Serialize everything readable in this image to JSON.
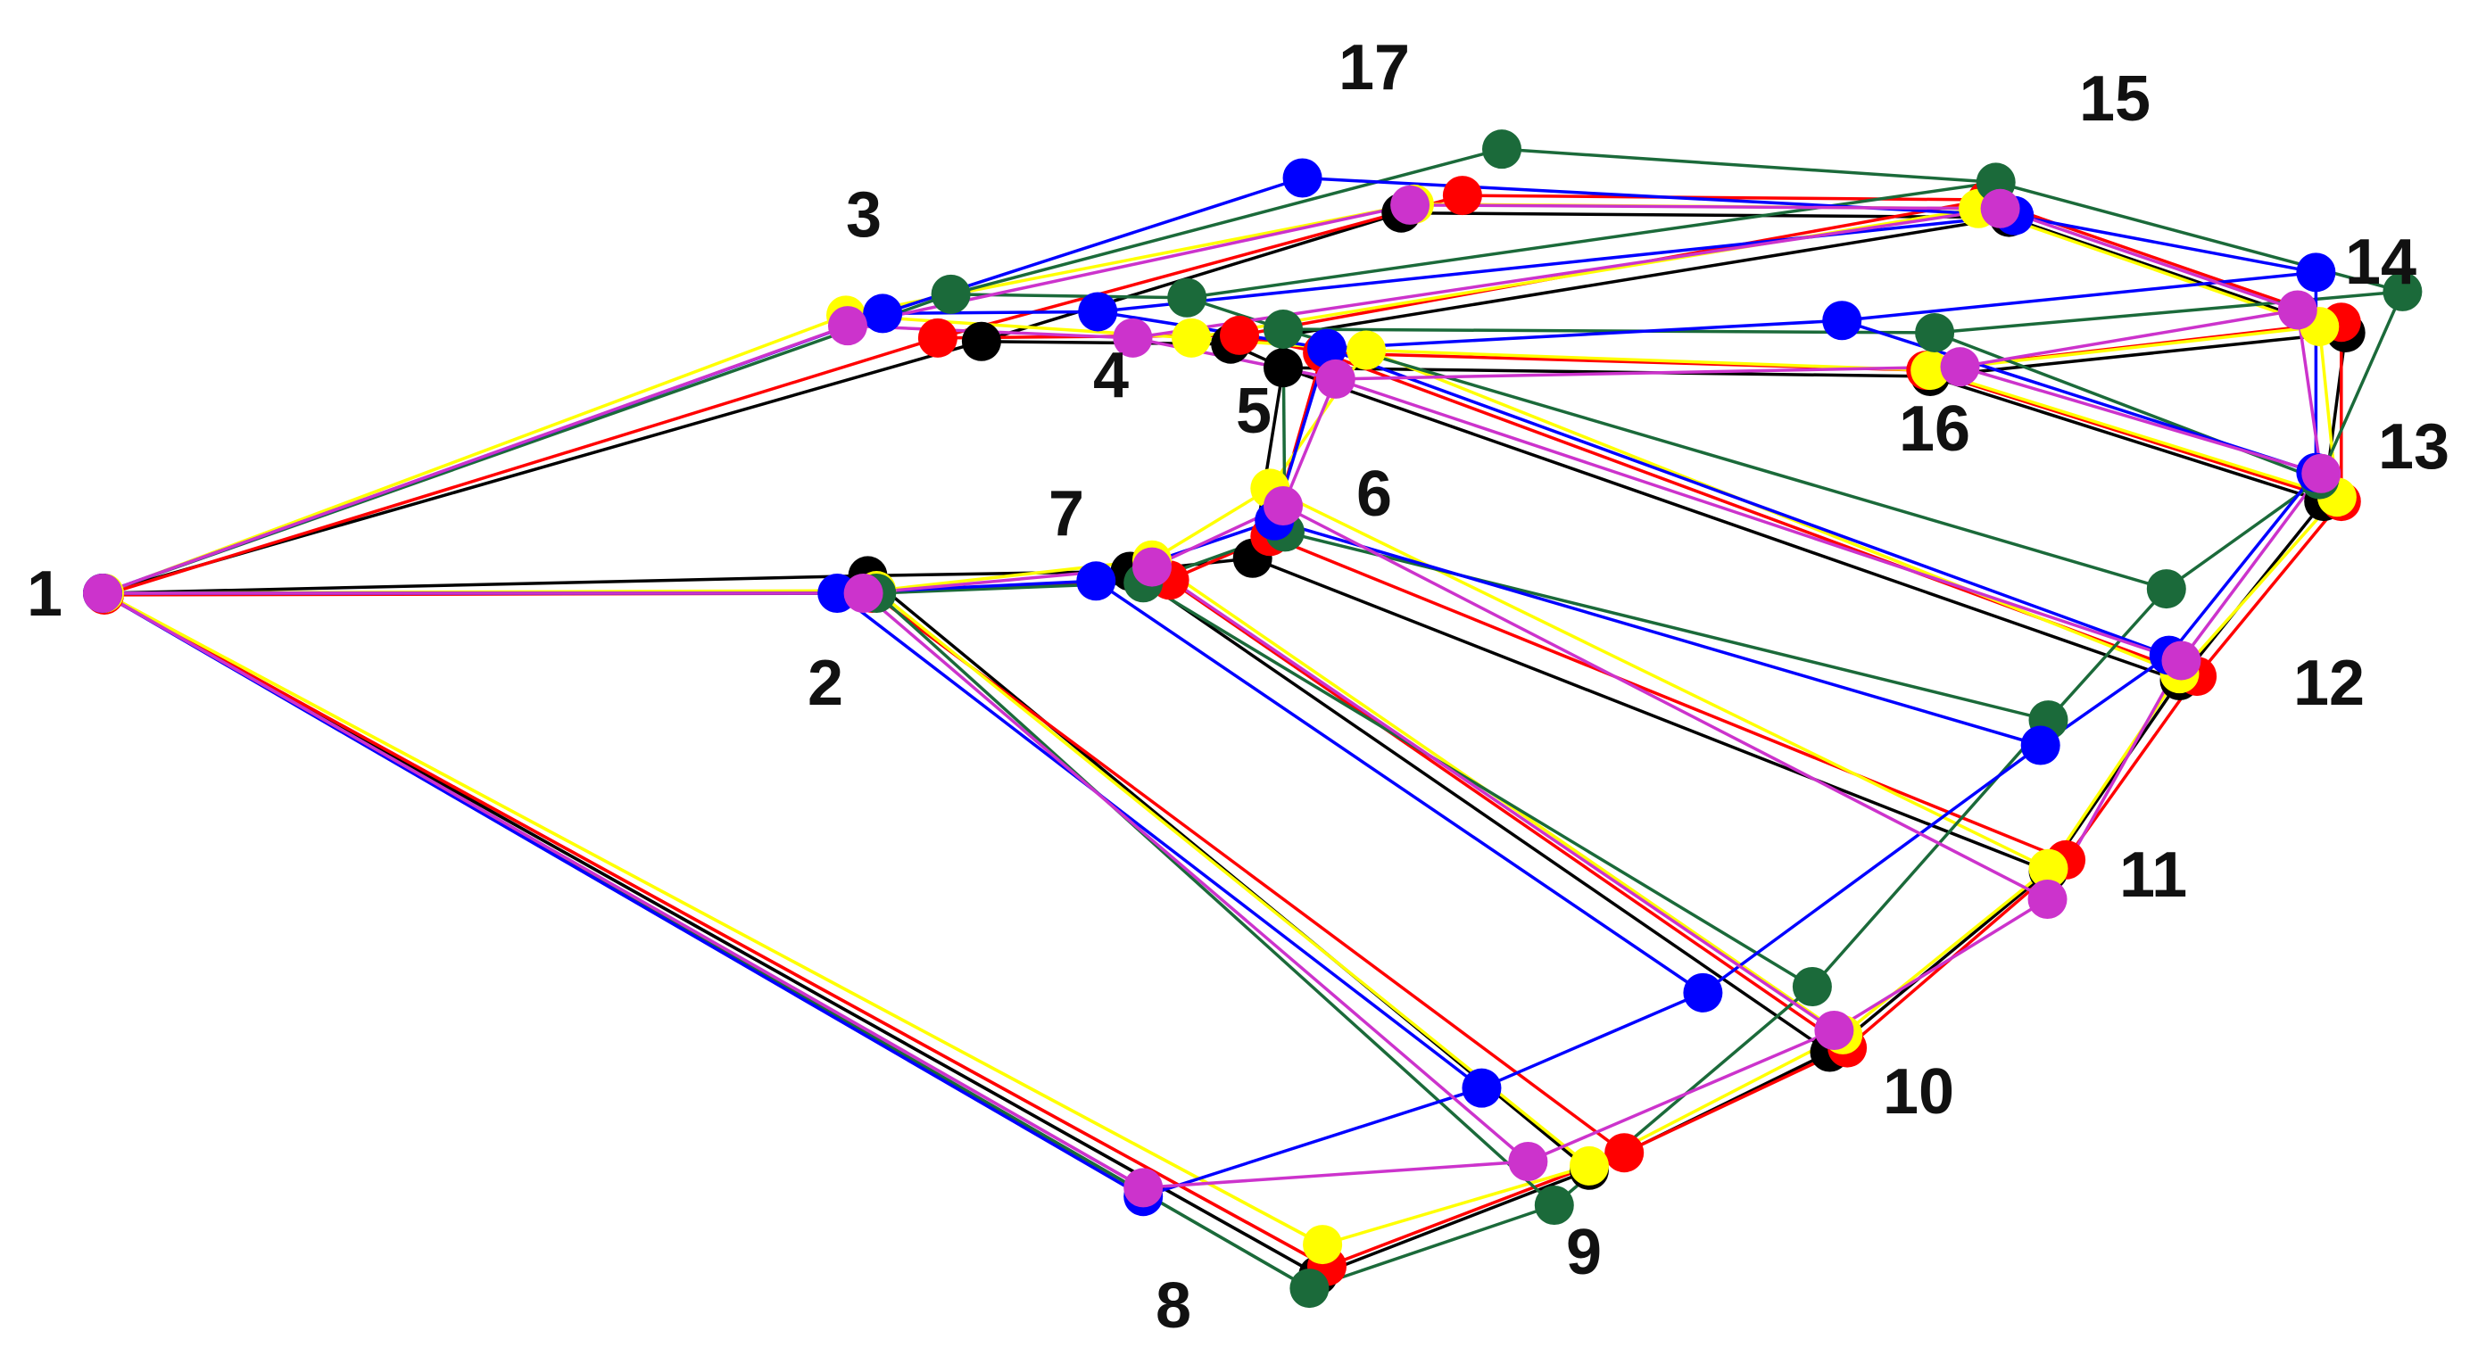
{
  "landmark_labels": [
    "1",
    "2",
    "3",
    "4",
    "5",
    "6",
    "7",
    "8",
    "9",
    "10",
    "11",
    "12",
    "13",
    "14",
    "15",
    "16",
    "17"
  ],
  "polygon_order": [
    "1",
    "3",
    "17",
    "15",
    "14",
    "13",
    "12",
    "11",
    "10",
    "9",
    "8"
  ],
  "inner_links": [
    [
      "1",
      "2"
    ],
    [
      "2",
      "7"
    ],
    [
      "7",
      "6"
    ],
    [
      "6",
      "5"
    ],
    [
      "5",
      "4"
    ],
    [
      "4",
      "3"
    ],
    [
      "4",
      "15"
    ],
    [
      "5",
      "16"
    ],
    [
      "16",
      "14"
    ],
    [
      "16",
      "13"
    ],
    [
      "5",
      "12"
    ],
    [
      "6",
      "11"
    ],
    [
      "7",
      "10"
    ],
    [
      "2",
      "9"
    ],
    [
      "1",
      "8"
    ]
  ],
  "specimens": [
    {
      "color": "#000000",
      "points": {
        "1": [
          0,
          0
        ],
        "2": [
          875,
          -20
        ],
        "3": [
          1005,
          -288
        ],
        "4": [
          1290,
          -285
        ],
        "5": [
          1350,
          -258
        ],
        "6": [
          1315,
          -40
        ],
        "7": [
          1175,
          -25
        ],
        "8": [
          1390,
          780
        ],
        "9": [
          1700,
          660
        ],
        "10": [
          1975,
          525
        ],
        "11": [
          2225,
          318
        ],
        "12": [
          2375,
          100
        ],
        "13": [
          2540,
          -105
        ],
        "14": [
          2565,
          -298
        ],
        "15": [
          2180,
          -430
        ],
        "16": [
          2090,
          -248
        ],
        "17": [
          1485,
          -435
        ]
      }
    },
    {
      "color": "#ff0000",
      "points": {
        "1": [
          2,
          2
        ],
        "2": [
          880,
          0
        ],
        "3": [
          955,
          -292
        ],
        "4": [
          1300,
          -295
        ],
        "5": [
          1395,
          -275
        ],
        "6": [
          1335,
          -65
        ],
        "7": [
          1220,
          -15
        ],
        "8": [
          1400,
          770
        ],
        "9": [
          1740,
          640
        ],
        "10": [
          1995,
          520
        ],
        "11": [
          2245,
          305
        ],
        "12": [
          2395,
          95
        ],
        "13": [
          2560,
          -105
        ],
        "14": [
          2560,
          -310
        ],
        "15": [
          2155,
          -450
        ],
        "16": [
          2085,
          -255
        ],
        "17": [
          1555,
          -455
        ]
      }
    },
    {
      "color": "#ffff00",
      "points": {
        "1": [
          2,
          0
        ],
        "2": [
          885,
          -3
        ],
        "3": [
          850,
          -318
        ],
        "4": [
          1245,
          -292
        ],
        "5": [
          1445,
          -278
        ],
        "6": [
          1335,
          -120
        ],
        "7": [
          1200,
          -38
        ],
        "8": [
          1395,
          745
        ],
        "9": [
          1700,
          655
        ],
        "10": [
          1990,
          505
        ],
        "11": [
          2225,
          315
        ],
        "12": [
          2375,
          92
        ],
        "13": [
          2555,
          -110
        ],
        "14": [
          2535,
          -305
        ],
        "15": [
          2145,
          -440
        ],
        "16": [
          2090,
          -255
        ],
        "17": [
          1500,
          -445
        ]
      }
    },
    {
      "color": "#1b6a3a",
      "points": {
        "1": [
          0,
          0
        ],
        "2": [
          885,
          0
        ],
        "3": [
          970,
          -342
        ],
        "4": [
          1240,
          -338
        ],
        "5": [
          1350,
          -302
        ],
        "6": [
          1352,
          -70
        ],
        "7": [
          1190,
          -12
        ],
        "8": [
          1380,
          795
        ],
        "9": [
          1660,
          700
        ],
        "10": [
          1955,
          450
        ],
        "11": [
          2225,
          145
        ],
        "12": [
          2360,
          -5
        ],
        "13": [
          2535,
          -130
        ],
        "14": [
          2630,
          -345
        ],
        "15": [
          2165,
          -470
        ],
        "16": [
          2095,
          -298
        ],
        "17": [
          1600,
          -508
        ]
      }
    },
    {
      "color": "#0000ff",
      "points": {
        "1": [
          0,
          0
        ],
        "2": [
          840,
          0
        ],
        "3": [
          892,
          -320
        ],
        "4": [
          1138,
          -322
        ],
        "5": [
          1400,
          -280
        ],
        "6": [
          1340,
          -83
        ],
        "7": [
          1136,
          -14
        ],
        "8": [
          1190,
          690
        ],
        "9": [
          1577,
          566
        ],
        "10": [
          1830,
          457
        ],
        "11": [
          2216,
          174
        ],
        "12": [
          2363,
          71
        ],
        "13": [
          2531,
          -138
        ],
        "14": [
          2531,
          -367
        ],
        "15": [
          2186,
          -432
        ],
        "16": [
          1989,
          -312
        ],
        "17": [
          1372,
          -475
        ]
      }
    },
    {
      "color": "#cc33cc",
      "points": {
        "1": [
          0,
          0
        ],
        "2": [
          870,
          0
        ],
        "3": [
          852,
          -306
        ],
        "4": [
          1178,
          -292
        ],
        "5": [
          1410,
          -245
        ],
        "6": [
          1350,
          -100
        ],
        "7": [
          1200,
          -30
        ],
        "8": [
          1190,
          680
        ],
        "9": [
          1630,
          650
        ],
        "10": [
          1980,
          500
        ],
        "11": [
          2224,
          350
        ],
        "12": [
          2377,
          77
        ],
        "13": [
          2537,
          -137
        ],
        "14": [
          2510,
          -324
        ],
        "15": [
          2170,
          -440
        ],
        "16": [
          2124,
          -259
        ],
        "17": [
          1495,
          -444
        ]
      }
    }
  ]
}
